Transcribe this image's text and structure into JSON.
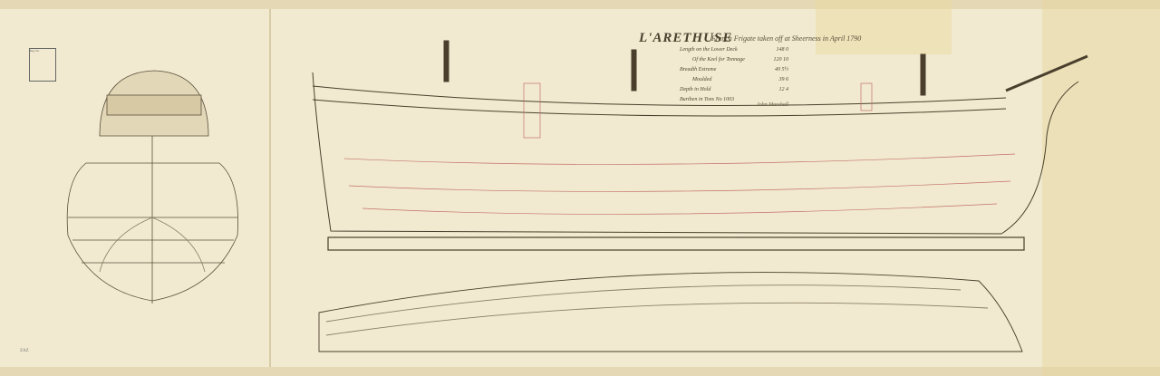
{
  "plan": {
    "title": "L'ARETHUSE",
    "subtitle": "French Frigate taken off at Sheerness in April 1790",
    "dimensions": [
      {
        "label": "Length on the Lower Deck",
        "value": "148 0"
      },
      {
        "label": "Of the Keel for Tonnage",
        "value": "120 10"
      },
      {
        "label": "Breadth Extreme",
        "value": "40 5½"
      },
      {
        "label": "Moulded",
        "value": "39 6"
      },
      {
        "label": "Depth in Hold",
        "value": "12 4"
      },
      {
        "label": "Burthen in Tons No 1003",
        "value": ""
      }
    ],
    "signature": "John Marshall",
    "label_box": "Reg. No.",
    "reference": "ZAZ"
  },
  "colors": {
    "paper": "#f1ead0",
    "ink": "#4a3f2c",
    "red_ink": "#c4706a",
    "stain": "#c9a862"
  }
}
